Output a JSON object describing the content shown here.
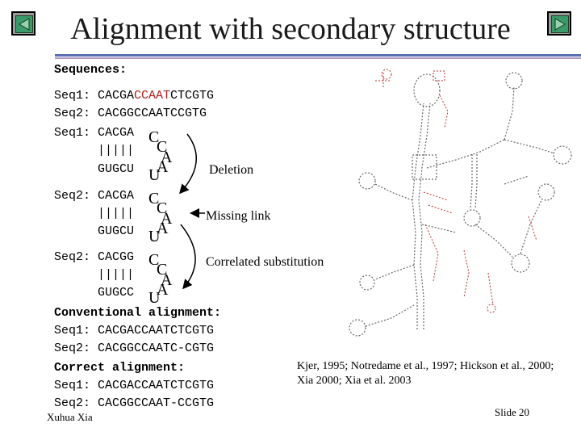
{
  "title": "Alignment with secondary structure",
  "nav": {
    "prev": "previous-slide",
    "next": "next-slide"
  },
  "sequences_label": "Sequences:",
  "seq_lines": [
    {
      "prefix": "Seq1: CACGA",
      "red": "CCAAT",
      "suffix": "CTCGTG"
    },
    {
      "prefix": "Seq2: CACGG",
      "red": "",
      "suffix": "CCAATCCGTG"
    }
  ],
  "hairpins": [
    {
      "top": "Seq1: CACGA",
      "bars": "      |||||",
      "bottom": "      GUGCU",
      "loop": [
        "C",
        "C",
        "A",
        "A",
        "U"
      ]
    },
    {
      "top": "Seq2: CACGA",
      "bars": "      |||||",
      "bottom": "      GUGCU",
      "loop": [
        "C",
        "C",
        "A",
        "A",
        "U"
      ]
    },
    {
      "top": "Seq2: CACGG",
      "bars": "      |||||",
      "bottom": "      GUGCC",
      "loop": [
        "C",
        "C",
        "A",
        "A",
        "U"
      ]
    }
  ],
  "annotations": {
    "deletion": "Deletion",
    "missing_link": "Missing link",
    "correlated": "Correlated substitution"
  },
  "conventional": {
    "label": "Conventional alignment:",
    "seq1": "Seq1: CACGACCAATCTCGTG",
    "seq2": "Seq2: CACGGCCAATC-CGTG"
  },
  "correct": {
    "label": "Correct alignment:",
    "seq1": "Seq1: CACGACCAATCTCGTG",
    "seq2": "Seq2: CACGGCCAAT-CCGTG"
  },
  "citation": "Kjer, 1995; Notredame et al., 1997; Hickson et al., 2000; Xia 2000; Xia et al. 2003",
  "author": "Xuhua Xia",
  "slide": "Slide 20",
  "colors": {
    "rule_blue": "#5a6fae",
    "rule_purple": "#b39ac6",
    "highlight_red": "#b22222",
    "nav_green": "#3a9a6a"
  }
}
